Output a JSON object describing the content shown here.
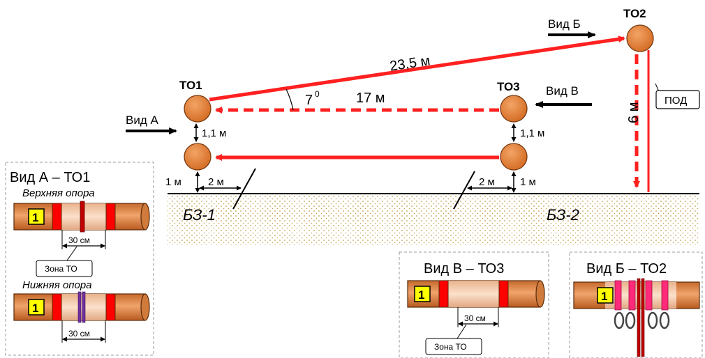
{
  "colors": {
    "red_line": "#ff2020",
    "support_fill": "#e2803a",
    "support_stroke": "#7a3a10",
    "pipe_fill": "#d98a4e",
    "pipe_light": "#f6c8a4",
    "zone_red": "#ff0000",
    "soil_dot": "#c2a04a",
    "badge_yellow": "#ffff00",
    "pink_clamp": "#ff2b7a",
    "purple_clamp": "#7030a0",
    "dark_red_clamp": "#c00000"
  },
  "nodes": {
    "to1": "ТО1",
    "to2": "ТО2",
    "to3": "ТО3"
  },
  "views": {
    "a": "Вид А",
    "b": "Вид Б",
    "v": "Вид В"
  },
  "dims": {
    "span_top": "23,5 м",
    "span_mid": "17 м",
    "angle": "7",
    "angle_sup": "0",
    "left_gap": "1,1 м",
    "right_gap": "1,1 м",
    "vertical_drop": "6 м",
    "left_ground": "1 м",
    "left_offset": "2 м",
    "right_offset": "2 м",
    "right_ground": "1 м"
  },
  "pod_label": "ПОД",
  "zones": {
    "bz1": "БЗ-1",
    "bz2": "БЗ-2"
  },
  "panel_a": {
    "title": "Вид А – ТО1",
    "upper": "Верхняя опора",
    "lower": "Нижняя опора",
    "badge": "1",
    "dim": "30 см",
    "zone_label": "Зона ТО"
  },
  "panel_v": {
    "title": "Вид В – ТО3",
    "badge": "1",
    "dim": "30 см",
    "zone_label": "Зона ТО"
  },
  "panel_b": {
    "title": "Вид Б – ТО2",
    "badge": "1"
  }
}
